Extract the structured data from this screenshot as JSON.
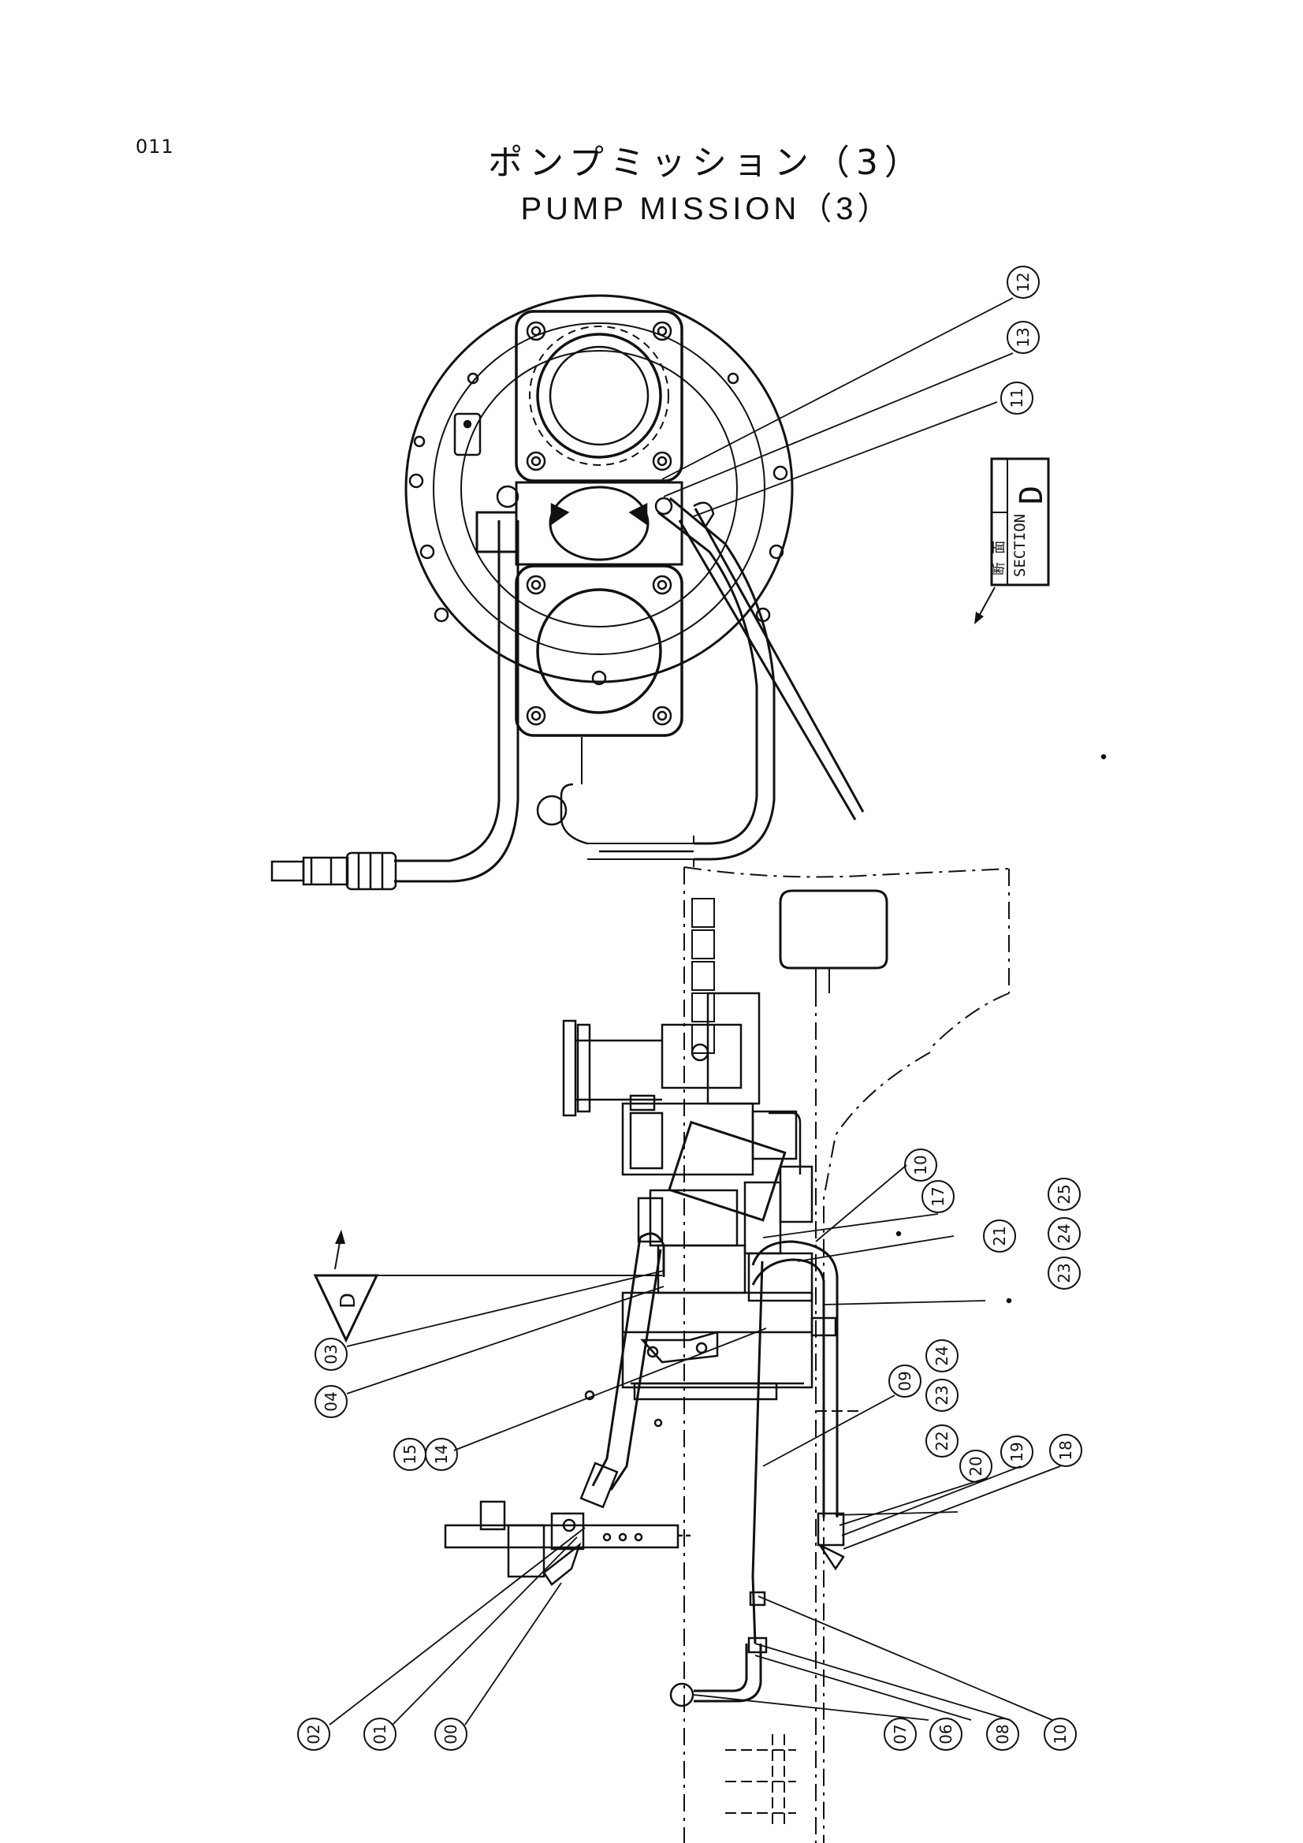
{
  "page_number": "011",
  "title_jp": "ポンプミッション（3）",
  "title_en": "PUMP MISSION（3）",
  "section_label": {
    "jp": "断 面",
    "en": "SECTION",
    "letter": "D"
  },
  "view_marker_letter": "D",
  "callouts": {
    "c00": "00",
    "c01": "01",
    "c02": "02",
    "c03": "03",
    "c04": "04",
    "c06": "06",
    "c07": "07",
    "c08": "08",
    "c09": "09",
    "c10a": "10",
    "c10b": "10",
    "c11": "11",
    "c12": "12",
    "c13": "13",
    "c14": "14",
    "c15": "15",
    "c17": "17",
    "c18": "18",
    "c19": "19",
    "c20": "20",
    "c21": "21",
    "c22": "22",
    "c23a": "23",
    "c23b": "23",
    "c24a": "24",
    "c24b": "24",
    "c25": "25"
  }
}
